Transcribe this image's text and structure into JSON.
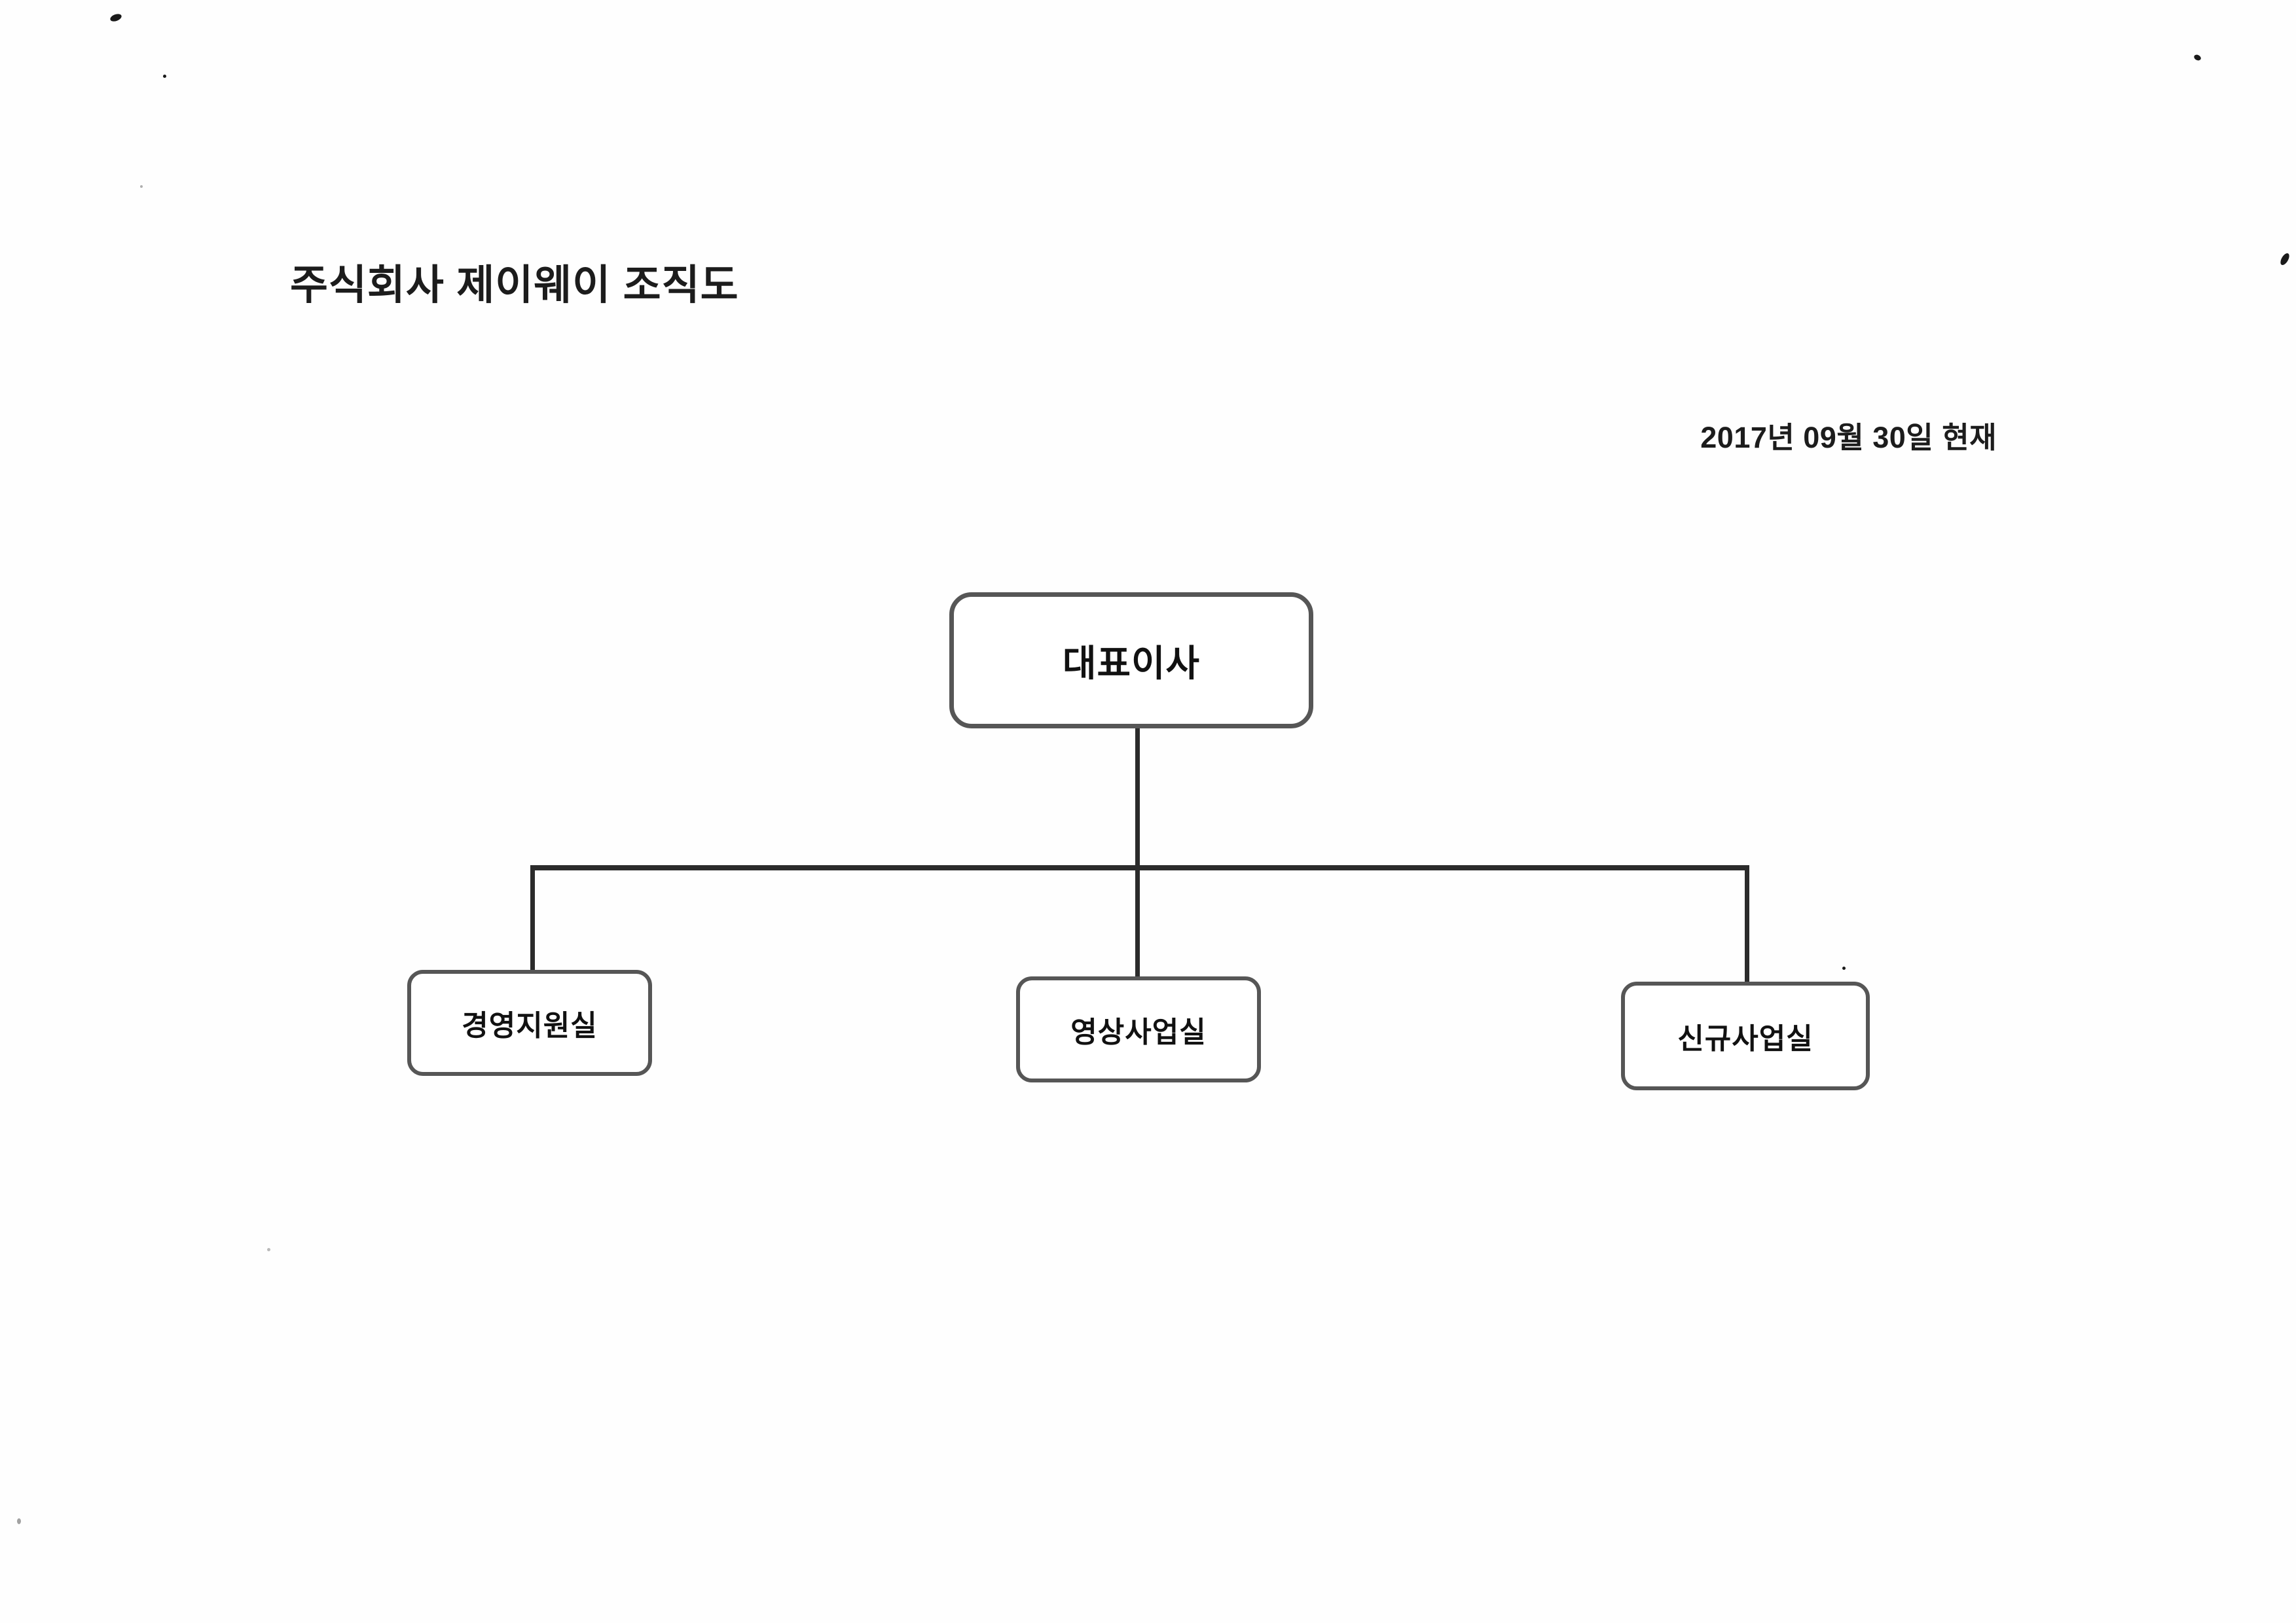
{
  "document": {
    "title": "주식회사 제이웨이 조직도",
    "as_of_date": "2017년 09월 30일 현재",
    "background_color": "#fefefe",
    "text_color": "#1c1c1c",
    "node_border_color": "#565656",
    "connector_color": "#2b2b2b"
  },
  "chart_data": {
    "type": "diagram",
    "diagram_type": "organization-chart",
    "title": "주식회사 제이웨이 조직도",
    "subtitle": "2017년 09월 30일 현재",
    "orientation": "top-down",
    "levels": 2,
    "nodes": [
      {
        "id": "ceo",
        "label": "대표이사",
        "level": 0,
        "parent": null
      },
      {
        "id": "dept-1",
        "label": "경영지원실",
        "level": 1,
        "parent": "ceo"
      },
      {
        "id": "dept-2",
        "label": "영상사업실",
        "level": 1,
        "parent": "ceo"
      },
      {
        "id": "dept-3",
        "label": "신규사업실",
        "level": 1,
        "parent": "ceo"
      }
    ],
    "edges": [
      {
        "from": "ceo",
        "to": "dept-1"
      },
      {
        "from": "ceo",
        "to": "dept-2"
      },
      {
        "from": "ceo",
        "to": "dept-3"
      }
    ]
  },
  "nodes": {
    "ceo": {
      "label": "대표이사"
    },
    "dept_1": {
      "label": "경영지원실"
    },
    "dept_2": {
      "label": "영상사업실"
    },
    "dept_3": {
      "label": "신규사업실"
    }
  }
}
